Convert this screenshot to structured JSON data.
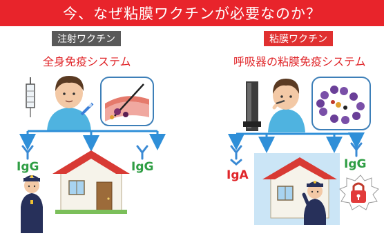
{
  "banner": {
    "title": "今、なぜ粘膜ワクチンが必要なのか？"
  },
  "left": {
    "badge": "注射ワクチン",
    "subtitle": "全身免疫システム",
    "antibody_left": "IgG",
    "antibody_right": "IgG"
  },
  "right": {
    "badge": "粘膜ワクチン",
    "subtitle": "呼吸器の粘膜免疫システム",
    "antibody_left": "IgA",
    "antibody_right": "IgG"
  },
  "colors": {
    "banner_red": "#e8242b",
    "injection_badge_gray": "#595959",
    "mucosal_badge_red": "#e03030",
    "subtitle_red": "#e0262a",
    "igg_green": "#2f9e44",
    "iga_red": "#e0262a",
    "arrow_blue": "#2f8fd8",
    "roof_red": "#d83a34",
    "wall_blue": "#a8d3f0",
    "lock_red": "#e23b3b",
    "police_navy": "#27305a"
  }
}
